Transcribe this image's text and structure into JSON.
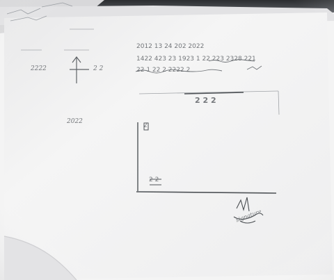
{
  "photo": {
    "subject": "photographed paper document with handwritten notes and a signature",
    "top_line_1": "2012 13 24 202 2022",
    "top_line_2": "1422 423 23 1923 1 22 223 2328 221",
    "top_line_3": "22 1 22 2 2222 2",
    "left_label_1": "2222",
    "left_label_2": "2 2",
    "left_label_3": "2022",
    "box_heading": "2 2 2",
    "box_mark_top": "2",
    "box_mark_bottom": "2 2",
    "signature": "signature",
    "colors": {
      "paper": "#f2f2f2",
      "ink": "#5e6266",
      "shadow": "#c9c9cc"
    }
  }
}
